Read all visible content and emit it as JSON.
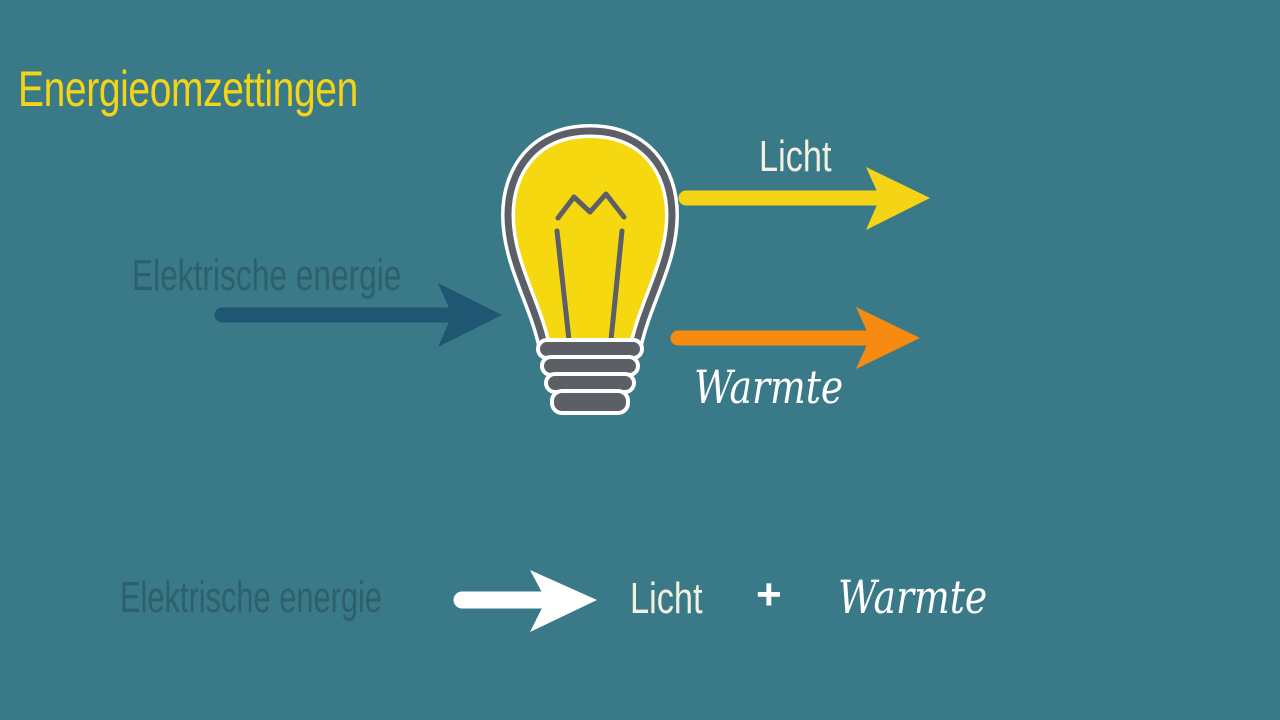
{
  "diagram": {
    "title": "Energieomzettingen",
    "input_label": "Elektrische energie",
    "output_light_label": "Licht",
    "output_heat_label": "Warmte",
    "equation": {
      "left": "Elektrische energie",
      "right_1": "Licht",
      "plus": "+",
      "right_2": "Warmte"
    },
    "icons": [
      "lightbulb-icon",
      "arrow-right-icon"
    ],
    "colors": {
      "background": "#3a7a88",
      "title": "#f5d416",
      "input_arrow": "#1f5773",
      "light_arrow": "#f5d416",
      "heat_arrow": "#f78b12",
      "bulb_glass": "#f5d80f",
      "bulb_outline": "#5d5f66",
      "equation_arrow": "#ffffff"
    }
  }
}
